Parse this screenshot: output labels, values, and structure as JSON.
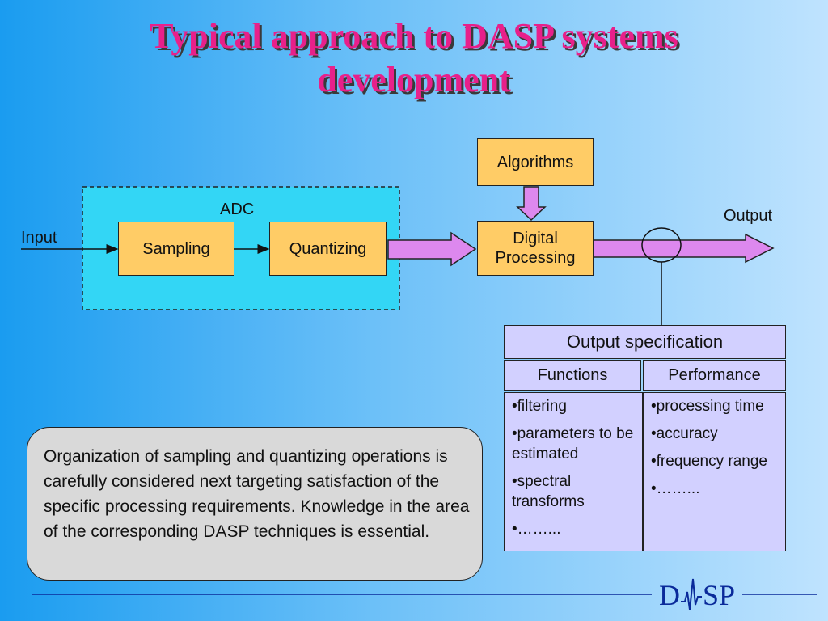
{
  "title": {
    "line1": "Typical approach to DASP systems",
    "line2": "development"
  },
  "diagram": {
    "adc_label": "ADC",
    "input_label": "Input",
    "output_label": "Output",
    "sampling": "Sampling",
    "quantizing": "Quantizing",
    "algorithms": "Algorithms",
    "digital_processing": [
      "Digital",
      "Processing"
    ]
  },
  "spec": {
    "title": "Output specification",
    "functions_header": "Functions",
    "performance_header": "Performance",
    "functions": [
      "•filtering",
      "•parameters to be estimated",
      "•spectral transforms",
      "•……..."
    ],
    "performance": [
      "•processing time",
      "•accuracy",
      "•frequency range",
      "•……..."
    ]
  },
  "note": {
    "text": "Organization of sampling and quantizing operations is carefully considered next targeting satisfaction of the specific processing requirements. Knowledge in the area of the corresponding DASP techniques is essential."
  },
  "logo": {
    "left": "D",
    "right": "SP"
  },
  "colors": {
    "title": "#e8208a",
    "box_fill": "#ffcc66",
    "arrow_fill": "#dd88ee",
    "adc_region": "#33d6f5",
    "spec_fill": "#d2d0ff",
    "note_fill": "#d9d9d9",
    "logo": "#0a2a9a"
  }
}
